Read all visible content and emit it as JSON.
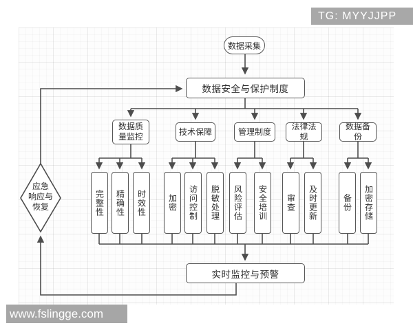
{
  "badges": {
    "tg": "TG: MYYJJPP",
    "site": "www.fslingge.com"
  },
  "nodes": {
    "start": "数据采集",
    "policy": "数据安全与保护制度",
    "monitor": "实时监控与预警",
    "emergency": {
      "line1": "应急",
      "line2": "响应与",
      "line3": "恢复"
    }
  },
  "categories": [
    {
      "label": "数据质量监控",
      "children": [
        "完整性",
        "精确性",
        "时效性"
      ]
    },
    {
      "label": "技术保障",
      "children": [
        "加密",
        "访问控制",
        "脱敏处理"
      ]
    },
    {
      "label": "管理制度",
      "children": [
        "风险评估",
        "安全培训"
      ]
    },
    {
      "label": "法律法规",
      "children": [
        "审查",
        "及时更新"
      ]
    },
    {
      "label": "数据备份",
      "children": [
        "备份",
        "加密存储"
      ]
    }
  ],
  "colors": {
    "line": "#4d4d4d",
    "node_border": "#565656",
    "node_fill": "#ffffff",
    "text": "#2f2f2f",
    "badge_bg": "#a8a8a8",
    "badge_text": "#ffffff"
  }
}
